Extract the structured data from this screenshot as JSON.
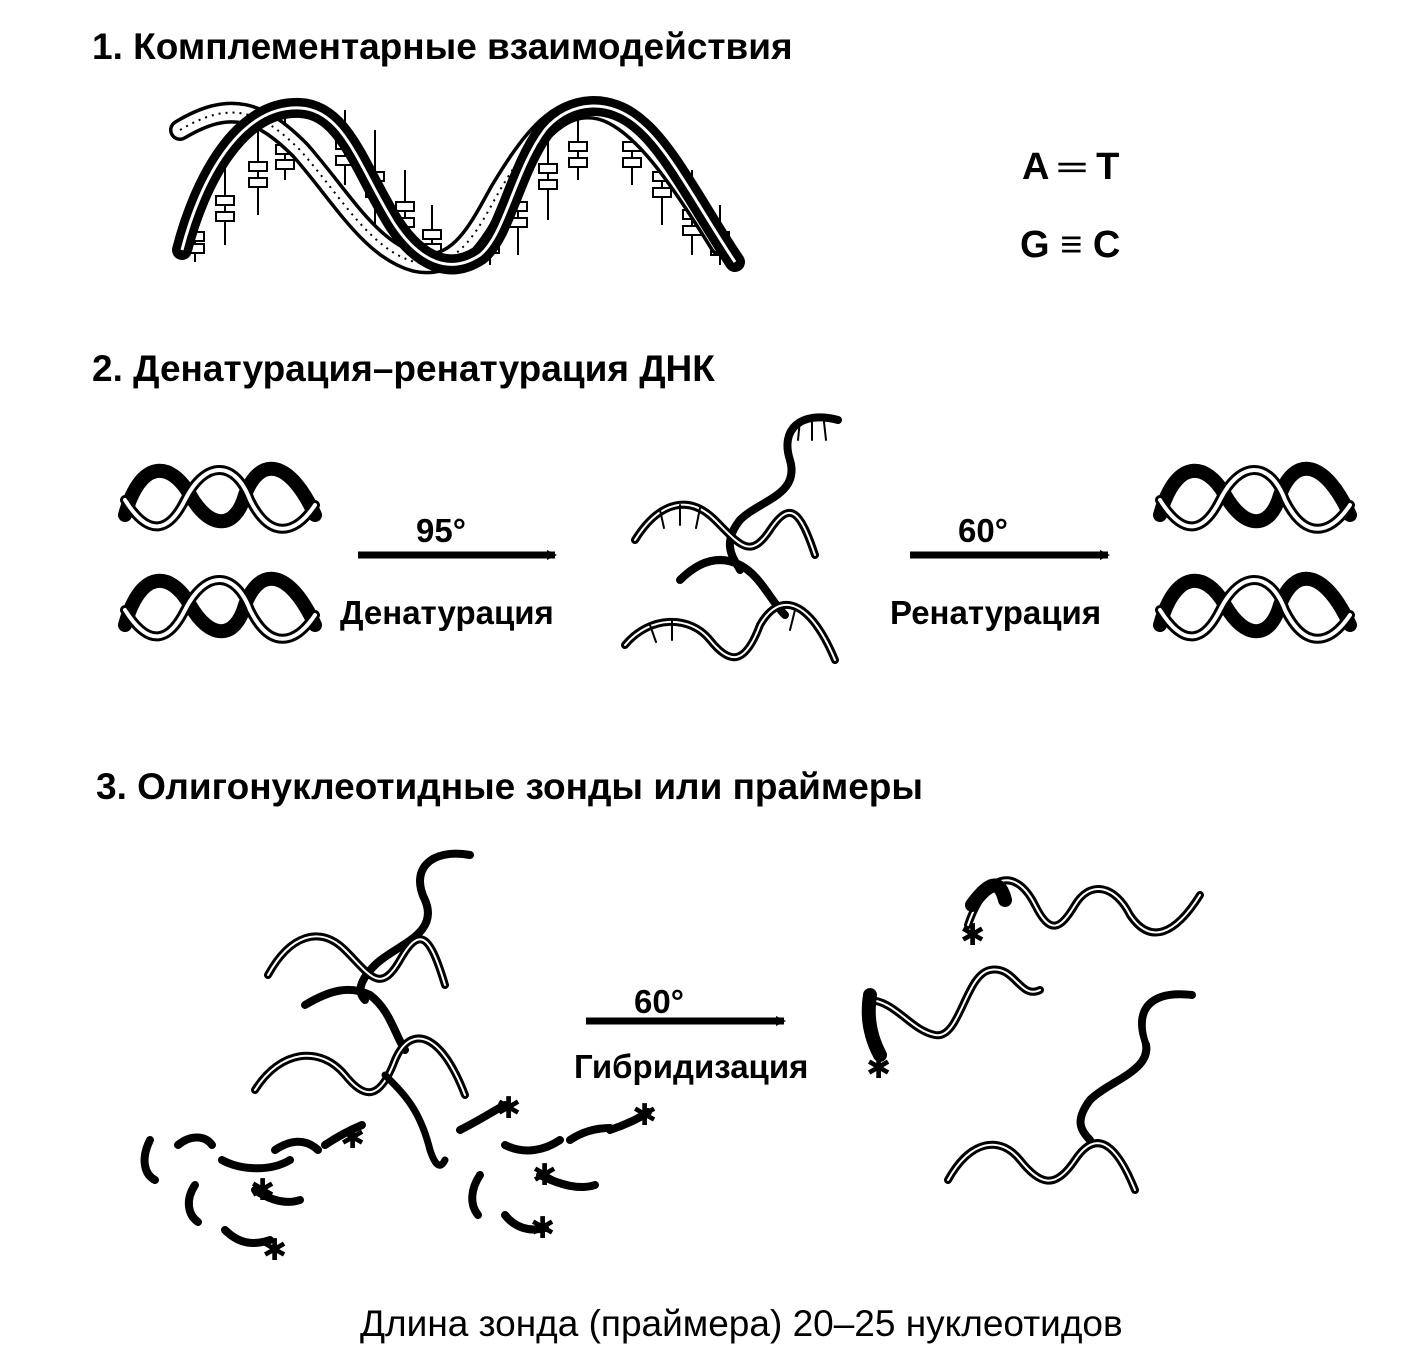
{
  "section1": {
    "title": "1. Комплементарные взаимодействия",
    "pair_at": "A ═ T",
    "pair_gc": "G ≡ C"
  },
  "section2": {
    "title": "2. Денатурация–ренатурация ДНК",
    "step1_temp": "95°",
    "step1_label": "Денатурация",
    "step2_temp": "60°",
    "step2_label": "Ренатурация"
  },
  "section3": {
    "title": "3. Олигонуклеотидные зонды или  праймеры",
    "step_temp": "60°",
    "step_label": "Гибридизация",
    "footer": "Длина зонда (праймера) 20–25 нуклеотидов"
  }
}
